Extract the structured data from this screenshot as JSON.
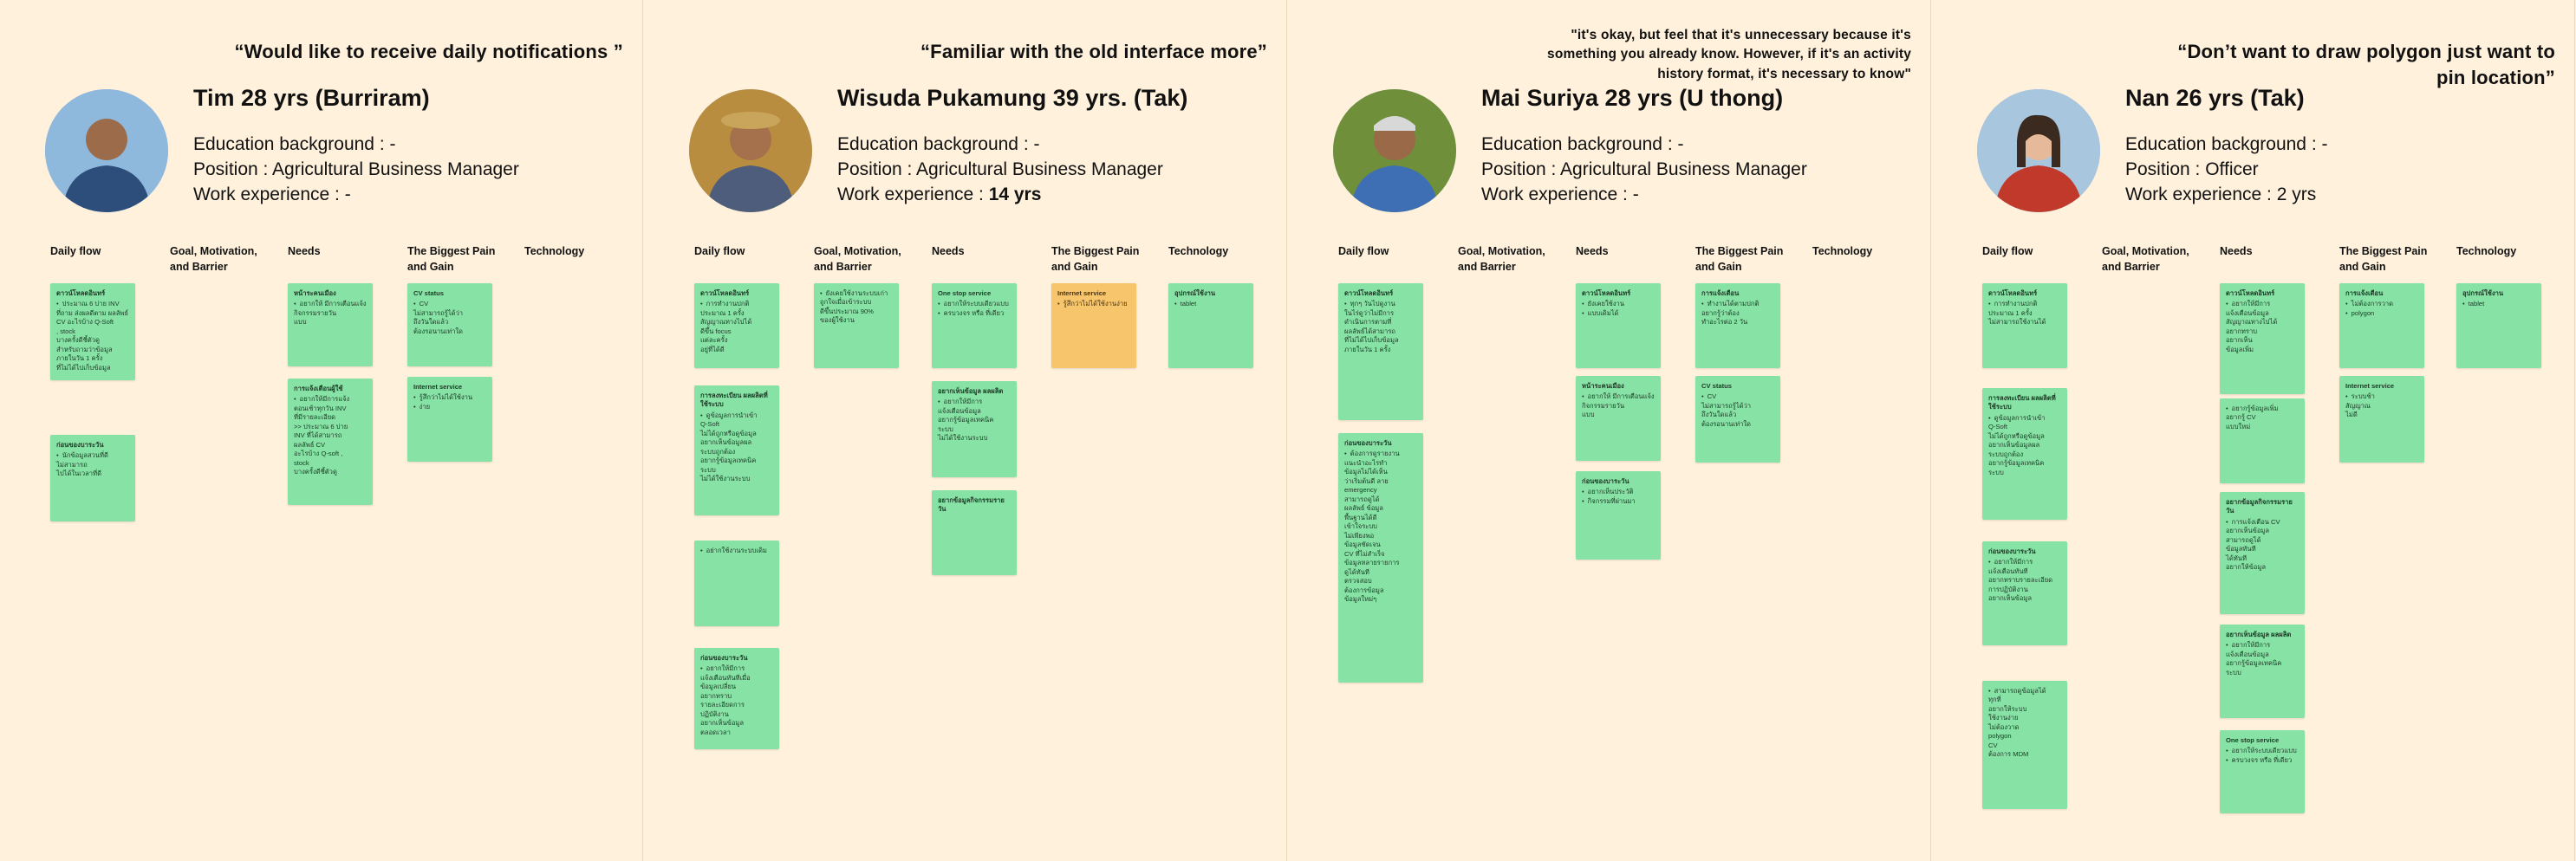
{
  "personas": [
    {
      "quote": "“Would like to receive daily notifications ”",
      "name": "Tim  28 yrs (Burriram)",
      "education": "Education background : -",
      "position": "Position : Agricultural Business Manager",
      "experience_label": "Work experience : ",
      "experience_value": "-",
      "avatar_icon": "farmer-photo-icon",
      "columns": [
        "Daily flow",
        "Goal, Motivation, and Barrier",
        "Needs",
        "The Biggest Pain and Gain",
        "Technology"
      ],
      "notes": [
        {
          "col": 0,
          "title": "ดาวน์โหลดอินทร์",
          "lines": [
            "ประมาณ 6 บ่าย INV",
            "ที่ถาม ส่งผลดีตาม ผลลัพธ์ CV อะไรบ้าง Q-Soft",
            ", stock",
            "บางครั้งดีชี้ตัวดู",
            "สำหรับถามว่าข้อมูล",
            "ภายในวัน 1 ครั้ง",
            "ที่ไม่ได้ไปเก็บข้อมูล"
          ],
          "color": "green"
        },
        {
          "col": 0,
          "title": "ก่อนของบาระวัน",
          "lines": [
            "นักข้อมูลสวนที่ดี",
            "ไม่สามารถ",
            "ไปได้ในเวลาที่ดี"
          ],
          "color": "green"
        },
        {
          "col": 2,
          "title": "หน้าระคนเมือง",
          "lines": [
            "อยากให้ มีการเตือนแจ้ง",
            "กิจกรรมรายวัน",
            "แบบ"
          ],
          "color": "green"
        },
        {
          "col": 2,
          "title": "การแจ้งเตือนผู้ใช้",
          "lines": [
            "อยากให้มีการแจ้ง",
            "ตอนเช้าทุกวัน INV",
            "ที่มีรายละเอียด",
            ">> ประมาณ 6 บ่าย",
            "INV ที่ได้สามารถ",
            "ผลลัพธ์ CV",
            "อะไรบ้าง Q-soft ,",
            "stock",
            "บางครั้งดีชี้ตัวดู"
          ],
          "color": "green"
        },
        {
          "col": 3,
          "title": "CV status",
          "lines": [
            "CV",
            "ไม่สามารถรู้ได้ว่า",
            "ถึงวันใดแล้ว",
            "ต้องรอนานเท่าใด"
          ],
          "color": "green"
        },
        {
          "col": 3,
          "title": "Internet service",
          "lines": [
            "รู้สึกว่าไม่ได้ใช้งาน",
            "ง่าย"
          ],
          "color": "green"
        }
      ]
    },
    {
      "quote": "“Familiar with the old interface more”",
      "name": "Wisuda Pukamung  39 yrs. (Tak)",
      "education": "Education background : -",
      "position": "Position : Agricultural Business Manager",
      "experience_label": "Work experience : ",
      "experience_value": "14 yrs",
      "avatar_icon": "farmer-corn-photo-icon",
      "columns": [
        "Daily flow",
        "Goal, Motivation, and Barrier",
        "Needs",
        "The Biggest Pain and Gain",
        "Technology"
      ],
      "notes": [
        {
          "col": 0,
          "title": "ดาวน์โหลดอินทร์",
          "lines": [
            "การทำงานปกติ",
            "ประมาณ 1 ครั้ง",
            "สัญญาณทางไปได้",
            "ดีขึ้น focus",
            "แต่ละครั้ง",
            "อยู่ที่ได้ดี"
          ],
          "color": "green"
        },
        {
          "col": 0,
          "title": "การลงทะเบียน ผลผลิตที่ใช้ระบบ",
          "lines": [
            "ดูข้อมูลการนำเข้า",
            "Q-Soft",
            "ไม่ได้ถูกหรือดูข้อมูล",
            "อยากเห็นข้อมูลผล",
            "ระบบถูกต้อง",
            "อยากรู้ข้อมูลเทคนิค",
            "ระบบ",
            "ไม่ได้ใช้งานระบบ"
          ],
          "color": "green"
        },
        {
          "col": 0,
          "title": "",
          "lines": [
            "อย่ากใช้งานระบบเดิม"
          ],
          "color": "green"
        },
        {
          "col": 0,
          "title": "ก่อนของบาระวัน",
          "lines": [
            "อยากให้มีการ",
            "แจ้งเตือนทันทีเมื่อ",
            "ข้อมูลเปลี่ยน",
            "อยากทราบ",
            "รายละเอียดการ",
            "ปฏิบัติงาน",
            "อยากเห็นข้อมูล",
            "ตลอดเวลา"
          ],
          "color": "green"
        },
        {
          "col": 1,
          "title": "",
          "lines": [
            "ยังเคยใช้งานระบบเก่า",
            "ถูกใจเมื่อเข้าระบบ",
            "ดีขึ้นประมาณ 90%",
            "ของผู้ใช้งาน"
          ],
          "color": "green"
        },
        {
          "col": 2,
          "title": "One stop service",
          "lines": [
            "อยากให้ระบบเดียวแบบ",
            "ครบวงจร หรือ ที่เดียว"
          ],
          "color": "green"
        },
        {
          "col": 2,
          "title": "อยากเห็นข้อมูล ผลผลิต",
          "lines": [
            "อยากให้มีการ",
            "แจ้งเตือนข้อมูล",
            "อยากรู้ข้อมูลเทคนิค",
            "ระบบ",
            "ไม่ได้ใช้งานระบบ"
          ],
          "color": "green"
        },
        {
          "col": 2,
          "title": "อยากข้อมูลกิจกรรมรายวัน",
          "lines": [],
          "color": "green"
        },
        {
          "col": 3,
          "title": "Internet service",
          "lines": [
            "รู้สึกว่าไม่ได้ใช้งานง่าย"
          ],
          "color": "orange"
        },
        {
          "col": 4,
          "title": "อุปกรณ์ใช้งาน",
          "lines": [
            "tablet"
          ],
          "color": "green"
        }
      ]
    },
    {
      "quote": "\"it's okay, but feel that it's unnecessary because it's something you already know. However, if it's an activity history format, it's necessary to know\"",
      "name": "Mai Suriya  28 yrs (U thong)",
      "education": "Education background  : -",
      "position": "Position : Agricultural Business Manager",
      "experience_label": "Work experience : ",
      "experience_value": "-",
      "avatar_icon": "farmer-cap-photo-icon",
      "columns": [
        "Daily flow",
        "Goal, Motivation, and Barrier",
        "Needs",
        "The Biggest Pain and Gain",
        "Technology"
      ],
      "notes": [
        {
          "col": 0,
          "title": "ดาวน์โหลดอินทร์",
          "lines": [
            "ทุกๆ วันไปดูงาน",
            "ในไร่ดูว่าไม่มีการ",
            "ดำเนินการตามที่",
            "ผลลัพธ์ได้สามารถ",
            "ที่ไม่ได้ไปเก็บข้อมูล",
            "ภายในวัน 1 ครั้ง"
          ],
          "color": "green"
        },
        {
          "col": 0,
          "title": "ก่อนของบาระวัน",
          "lines": [
            "ต้องการดูรายงาน",
            "แนะนำอะไรทำ",
            "ข้อมูลไม่ได้เห็น",
            "ว่าเริ่มต้นดี ลาย",
            "emergency",
            "สามารถดูได้",
            "ผลลัพธ์ ข้อมูล",
            "พื้นฐานได้ดี",
            "เข้าใจระบบ",
            "ไม่เพียงพอ",
            "ข้อมูลชัดเจน",
            "CV ที่ไม่สำเร็จ",
            "ข้อมูลหลายรายการ",
            "ดูได้ทันที",
            "ตรวจสอบ",
            "ต้องการข้อมูล",
            "ข้อมูลใหม่ๆ"
          ],
          "color": "green"
        },
        {
          "col": 2,
          "title": "ดาวน์โหลดอินทร์",
          "lines": [
            "ยังเคยใช้งาน",
            "แบบเดิมได้"
          ],
          "color": "green"
        },
        {
          "col": 2,
          "title": "หน้าระคนเมือง",
          "lines": [
            "อยากให้ มีการเตือนแจ้ง",
            "กิจกรรมรายวัน",
            "แบบ"
          ],
          "color": "green"
        },
        {
          "col": 2,
          "title": "ก่อนของบาระวัน",
          "lines": [
            "อยากเห็นประวัติ",
            "กิจกรรมที่ผ่านมา"
          ],
          "color": "green"
        },
        {
          "col": 3,
          "title": "การแจ้งเตือน",
          "lines": [
            "ทำงานได้ตามปกติ",
            "อยากรู้ว่าต้อง",
            "ทำอะไรต่อ 2 วัน"
          ],
          "color": "green"
        },
        {
          "col": 3,
          "title": "CV status",
          "lines": [
            "CV",
            "ไม่สามารถรู้ได้ว่า",
            "ถึงวันใดแล้ว",
            "ต้องรอนานเท่าใด"
          ],
          "color": "green"
        }
      ]
    },
    {
      "quote": "“Don’t want to draw polygon just want to pin location”",
      "name": "Nan 26 yrs (Tak)",
      "education": "Education background : -",
      "position": "Position : Officer",
      "experience_label": "Work experience : ",
      "experience_value": "2 yrs",
      "avatar_icon": "officer-photo-icon",
      "columns": [
        "Daily flow",
        "Goal, Motivation, and Barrier",
        "Needs",
        "The Biggest Pain and Gain",
        "Technology"
      ],
      "notes": [
        {
          "col": 0,
          "title": "ดาวน์โหลดอินทร์",
          "lines": [
            "การทำงานปกติ",
            "ประมาณ 1 ครั้ง",
            "ไม่สามารถใช้งานได้"
          ],
          "color": "green"
        },
        {
          "col": 0,
          "title": "การลงทะเบียน ผลผลิตที่ใช้ระบบ",
          "lines": [
            "ดูข้อมูลการนำเข้า",
            "Q-Soft",
            "ไม่ได้ถูกหรือดูข้อมูล",
            "อยากเห็นข้อมูลผล",
            "ระบบถูกต้อง",
            "อยากรู้ข้อมูลเทคนิค",
            "ระบบ"
          ],
          "color": "green"
        },
        {
          "col": 0,
          "title": "ก่อนของบาระวัน",
          "lines": [
            "อยากให้มีการ",
            "แจ้งเตือนทันที",
            "อยากทราบรายละเอียด",
            "การปฏิบัติงาน",
            "อยากเห็นข้อมูล"
          ],
          "color": "green"
        },
        {
          "col": 0,
          "title": "",
          "lines": [
            "สามารถดูข้อมูลได้",
            "ทุกที่",
            "อยากให้ระบบ",
            "ใช้งานง่าย",
            "ไม่ต้องวาด",
            "polygon",
            "CV",
            "ต้องการ MDM"
          ],
          "color": "green"
        },
        {
          "col": 2,
          "title": "ดาวน์โหลดอินทร์",
          "lines": [
            "อยากให้มีการ",
            "แจ้งเตือนข้อมูล",
            "สัญญาณทางไปได้",
            "อยากทราบ",
            "อยากเห็น",
            "ข้อมูลเพิ่ม"
          ],
          "color": "green"
        },
        {
          "col": 2,
          "title": "",
          "lines": [
            "อยากรู้ข้อมูลเพิ่ม",
            "อยากรู้ CV",
            "แบบใหม่"
          ],
          "color": "green"
        },
        {
          "col": 2,
          "title": "อยากข้อมูลกิจกรรมรายวัน",
          "lines": [
            "การแจ้งเตือน CV",
            "อยากเห็นข้อมูล",
            "สามารถดูได้",
            "ข้อมูลทันที",
            "ได้ทันที",
            "อยากให้ข้อมูล"
          ],
          "color": "green"
        },
        {
          "col": 2,
          "title": "อยากเห็นข้อมูล ผลผลิต",
          "lines": [
            "อยากให้มีการ",
            "แจ้งเตือนข้อมูล",
            "อยากรู้ข้อมูลเทคนิค",
            "ระบบ"
          ],
          "color": "green"
        },
        {
          "col": 2,
          "title": "One stop service",
          "lines": [
            "อยากให้ระบบเดียวแบบ",
            "ครบวงจร หรือ ที่เดียว"
          ],
          "color": "green"
        },
        {
          "col": 3,
          "title": "การแจ้งเตือน",
          "lines": [
            "ไม่ต้องการวาด",
            "polygon"
          ],
          "color": "green"
        },
        {
          "col": 3,
          "title": "Internet service",
          "lines": [
            "ระบบช้า",
            "สัญญาณ",
            "ไม่ดี"
          ],
          "color": "green"
        },
        {
          "col": 4,
          "title": "อุปกรณ์ใช้งาน",
          "lines": [
            "tablet"
          ],
          "color": "green"
        }
      ]
    }
  ],
  "colors": {
    "board": "#fff1dc",
    "note_green": "#86e2a5",
    "note_orange": "#f7c56b"
  }
}
